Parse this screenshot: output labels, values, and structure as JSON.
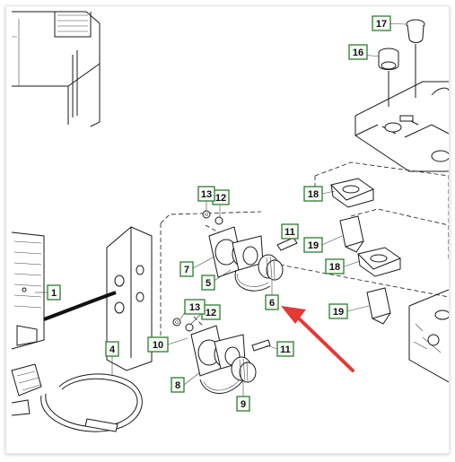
{
  "diagram": {
    "callouts": [
      "1",
      "4",
      "5",
      "6",
      "7",
      "8",
      "9",
      "10",
      "11",
      "11",
      "12",
      "12",
      "13",
      "13",
      "16",
      "17",
      "18",
      "18",
      "19",
      "19"
    ]
  },
  "colors": {
    "callout_border": "#2e7d32",
    "callout_fill": "#f6fbf4",
    "arrow": "#e53935"
  }
}
